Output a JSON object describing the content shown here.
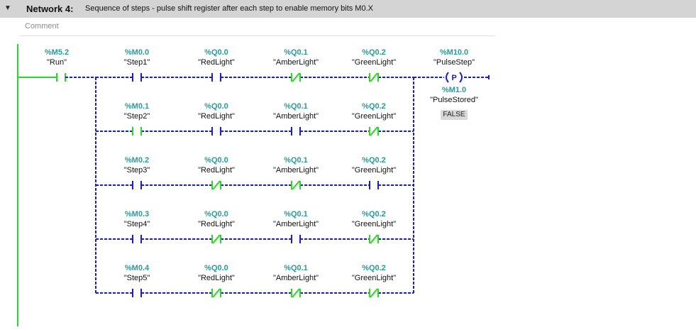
{
  "network": {
    "title": "Network 4:",
    "description": "Sequence of steps - pulse shift register after each step to enable memory bits M0.X",
    "comment_placeholder": "Comment"
  },
  "run_contact": {
    "address": "%M5.2",
    "symbol": "\"Run\"",
    "type": "NO",
    "energized": true
  },
  "branches": [
    [
      {
        "address": "%M0.0",
        "symbol": "\"Step1\"",
        "type": "NO",
        "energized": false
      },
      {
        "address": "%Q0.0",
        "symbol": "\"RedLight\"",
        "type": "NO",
        "energized": false
      },
      {
        "address": "%Q0.1",
        "symbol": "\"AmberLight\"",
        "type": "NC",
        "energized": true
      },
      {
        "address": "%Q0.2",
        "symbol": "\"GreenLight\"",
        "type": "NC",
        "energized": true
      }
    ],
    [
      {
        "address": "%M0.1",
        "symbol": "\"Step2\"",
        "type": "NO",
        "energized": true
      },
      {
        "address": "%Q0.0",
        "symbol": "\"RedLight\"",
        "type": "NO",
        "energized": false
      },
      {
        "address": "%Q0.1",
        "symbol": "\"AmberLight\"",
        "type": "NO",
        "energized": false
      },
      {
        "address": "%Q0.2",
        "symbol": "\"GreenLight\"",
        "type": "NC",
        "energized": true
      }
    ],
    [
      {
        "address": "%M0.2",
        "symbol": "\"Step3\"",
        "type": "NO",
        "energized": false
      },
      {
        "address": "%Q0.0",
        "symbol": "\"RedLight\"",
        "type": "NC",
        "energized": true
      },
      {
        "address": "%Q0.1",
        "symbol": "\"AmberLight\"",
        "type": "NC",
        "energized": true
      },
      {
        "address": "%Q0.2",
        "symbol": "\"GreenLight\"",
        "type": "NO",
        "energized": false
      }
    ],
    [
      {
        "address": "%M0.3",
        "symbol": "\"Step4\"",
        "type": "NO",
        "energized": false
      },
      {
        "address": "%Q0.0",
        "symbol": "\"RedLight\"",
        "type": "NC",
        "energized": true
      },
      {
        "address": "%Q0.1",
        "symbol": "\"AmberLight\"",
        "type": "NO",
        "energized": false
      },
      {
        "address": "%Q0.2",
        "symbol": "\"GreenLight\"",
        "type": "NC",
        "energized": true
      }
    ],
    [
      {
        "address": "%M0.4",
        "symbol": "\"Step5\"",
        "type": "NO",
        "energized": false
      },
      {
        "address": "%Q0.0",
        "symbol": "\"RedLight\"",
        "type": "NC",
        "energized": true
      },
      {
        "address": "%Q0.1",
        "symbol": "\"AmberLight\"",
        "type": "NC",
        "energized": true
      },
      {
        "address": "%Q0.2",
        "symbol": "\"GreenLight\"",
        "type": "NC",
        "energized": true
      }
    ]
  ],
  "pulse_coil": {
    "address": "%M10.0",
    "symbol": "\"PulseStep\"",
    "label": "P",
    "stored_address": "%M1.0",
    "stored_symbol": "\"PulseStored\"",
    "stored_value": "FALSE"
  },
  "colors": {
    "energized": "#22dd22",
    "not_energized": "#1a1adb",
    "address_text": "#2a9a9a",
    "header_bg": "#d4d4d4"
  }
}
